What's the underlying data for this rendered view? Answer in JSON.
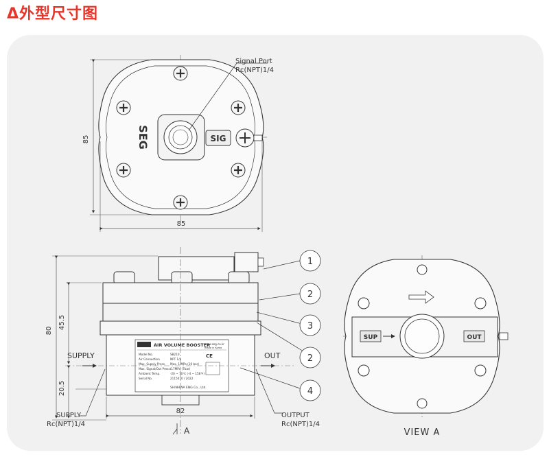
{
  "heading": "Δ外型尺寸图",
  "top_view": {
    "signal_port_label": "Signal Port",
    "signal_port_thread": "Rc(NPT)1/4",
    "dim_height": "85",
    "dim_width": "85",
    "brand_mark": "SEG",
    "sig_tag": "SIG"
  },
  "side_view": {
    "dim_overall_height": "80",
    "dim_mid_height": "45.5",
    "dim_lower_height": "20.5",
    "dim_width": "82",
    "supply_arrow_label": "SUPPLY",
    "out_arrow_label": "OUT",
    "supply_port_label": "SUPPLY",
    "supply_port_thread": "Rc(NPT)1/4",
    "output_port_label": "OUTPUT",
    "output_port_thread": "Rc(NPT)1/4",
    "section_marker": "A",
    "callouts": [
      "1",
      "2",
      "3",
      "2",
      "4"
    ],
    "nameplate": {
      "logo": "SEG",
      "title": "AIR VOLUME BOOSTER",
      "website": "www.seg.co.kr",
      "made_in": "made in Korea",
      "rows": [
        {
          "label": "Model No.",
          "value": "SB210"
        },
        {
          "label": "Air Connection",
          "value": "NPT 1/4"
        },
        {
          "label": "Max. Supply Press.",
          "value": "Max. 1 MPa (10 bar)"
        },
        {
          "label": "Max. Signal/Out Press.",
          "value": "0.7MPa (7bar)"
        },
        {
          "label": "Ambient Temp.",
          "value": "-20 ~ 70℃ (-4 ~ 158℉)"
        },
        {
          "label": "Serial No.",
          "value": "2115010 / 2022"
        }
      ],
      "company": "SHINHWA ENG Co., Ltd.",
      "ce_mark": "CE"
    }
  },
  "view_a": {
    "caption": "VIEW A",
    "sup_tag": "SUP",
    "out_tag": "OUT"
  },
  "colors": {
    "heading": "#e8352a",
    "panel": "#f1f1f1",
    "line": "#333333"
  }
}
